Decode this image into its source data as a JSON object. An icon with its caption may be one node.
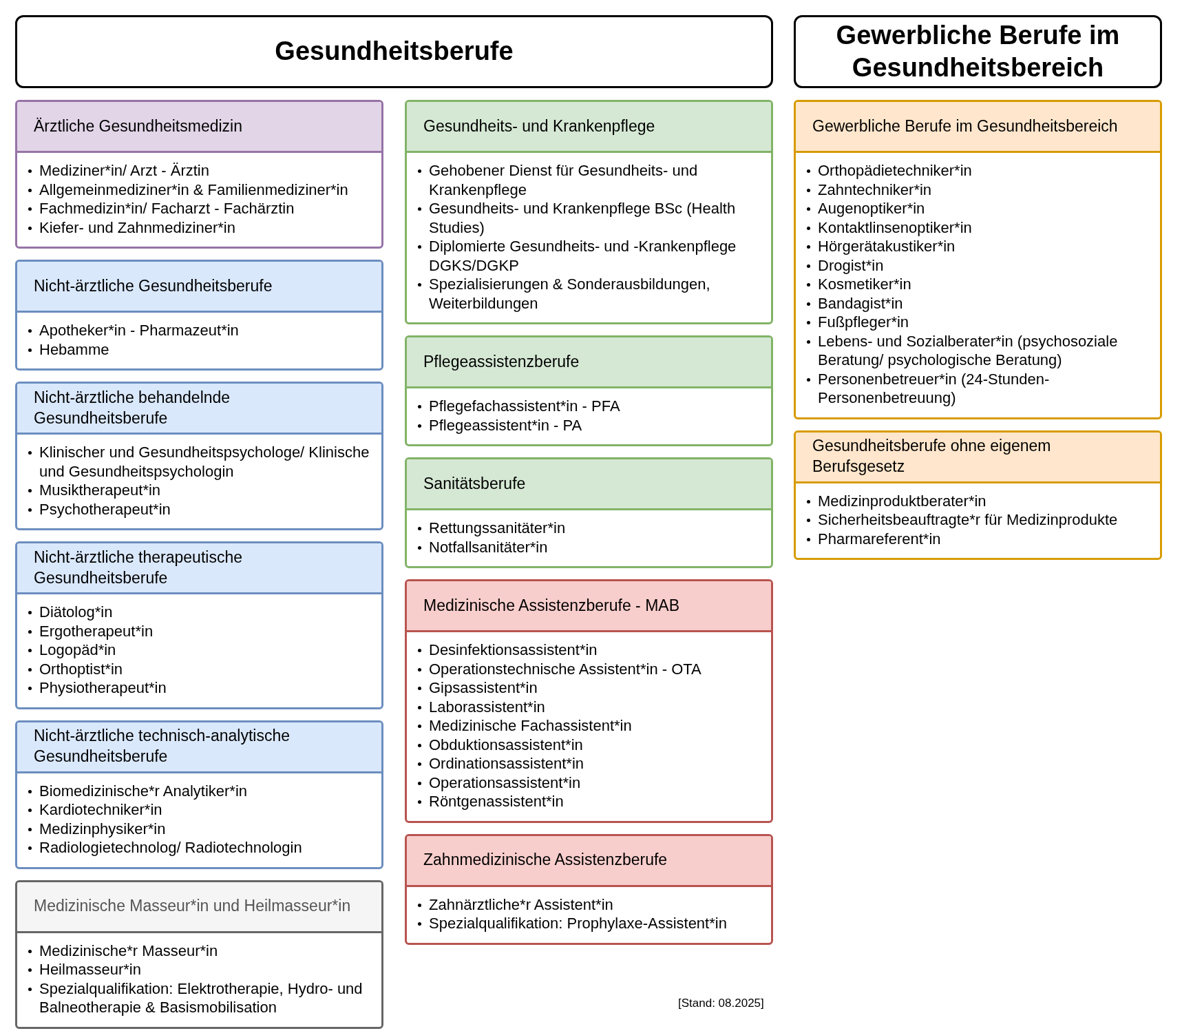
{
  "diagram": {
    "nodes": [
      {
        "text": [
          "Gesundheitsberufe"
        ]
      },
      {
        "text": [
          "Gewerbliche Berufe im Gesundheitsbereich"
        ]
      },
      {
        "text": [
          "Ärztliche Gesundheitsmedizin",
          "Mediziner*in/ Arzt - Ärztin",
          "Allgemeinmediziner*in & Familienmediziner*in",
          "Fachmedizin*in/ Facharzt - Fachärztin",
          "Kiefer- und Zahnmediziner*in"
        ]
      },
      {
        "text": [
          "Nicht-ärztliche Gesundheitsberufe",
          "Apotheker*in - Pharmazeut*in",
          "Hebamme"
        ]
      },
      {
        "text": [
          "Nicht-ärztliche behandelnde Gesundheitsberufe",
          "Klinischer und Gesundheitspsychologe/ Klinische und Gesundheitspsychologin",
          "Musiktherapeut*in",
          "Psychotherapeut*in"
        ]
      },
      {
        "text": [
          "Nicht-ärztliche therapeutische Gesundheitsberufe",
          "Diätolog*in",
          "Ergotherapeut*in",
          "Logopäd*in",
          "Orthoptist*in",
          "Physiotherapeut*in"
        ]
      },
      {
        "text": [
          "Nicht-ärztliche technisch-analytische Gesundheitsberufe",
          "Biomedizinische*r Analytiker*in",
          "Kardiotechniker*in",
          "Medizinphysiker*in",
          "Radiologietechnolog/ Radiotechnologin"
        ]
      },
      {
        "text": [
          "Medizinische Masseur*in und Heilmasseur*in",
          "Medizinische*r Masseur*in",
          "Heilmasseur*in",
          "Spezialqualifikation: Elektrotherapie, Hydro- und Balneotherapie & Basismobilisation"
        ]
      },
      {
        "text": [
          "Gesundheits- und Krankenpflege",
          "Gehobener Dienst für Gesundheits- und Krankenpflege",
          "Gesundheits- und Krankenpflege BSc (Health Studies)",
          "Diplomierte Gesundheits- und -Krankenpflege DGKS/DGKP",
          "Spezialisierungen & Sonderausbildungen, Weiterbildungen"
        ]
      },
      {
        "text": [
          "Pflegeassistenzberufe",
          "Pflegefachassistent*in - PFA",
          "Pflegeassistent*in - PA"
        ]
      },
      {
        "text": [
          "Sanitätsberufe",
          "Rettungssanitäter*in",
          "Notfallsanitäter*in"
        ]
      },
      {
        "text": [
          "Medizinische Assistenzberufe - MAB",
          "Desinfektionsassistent*in",
          "Operationstechnische Assistent*in - OTA",
          "Gipsassistent*in",
          "Laborassistent*in",
          "Medizinische Fachassistent*in",
          "Obduktionsassistent*in",
          "Ordinationsassistent*in",
          "Operationsassistent*in",
          "Röntgenassistent*in"
        ]
      },
      {
        "text": [
          "Zahnmedizinische Assistenzberufe",
          "Zahnärztliche*r Assistent*in",
          "Spezialqualifikation: Prophylaxe-Assistent*in"
        ]
      },
      {
        "text": [
          "Gewerbliche Berufe im Gesundheitsbereich",
          "Orthopädietechniker*in",
          "Zahntechniker*in",
          "Augenoptiker*in",
          "Kontaktlinsenoptiker*in",
          "Hörgerätakustiker*in",
          "Drogist*in",
          "Kosmetiker*in",
          "Bandagist*in",
          "Fußpfleger*in",
          "Lebens- und Sozialberater*in (psychosoziale Beratung/ psychologische Beratung)",
          "Personenbetreuer*in (24-Stunden-Personenbetreuung)"
        ]
      },
      {
        "text": [
          "Gesundheitsberufe ohne eigenem Berufsgesetz",
          "Medizinproduktberater*in",
          "Sicherheitsbeauftragte*r für Medizinprodukte",
          "Pharmareferent*in"
        ]
      }
    ],
    "labels": [
      "[Stand: 08.2025]"
    ]
  }
}
